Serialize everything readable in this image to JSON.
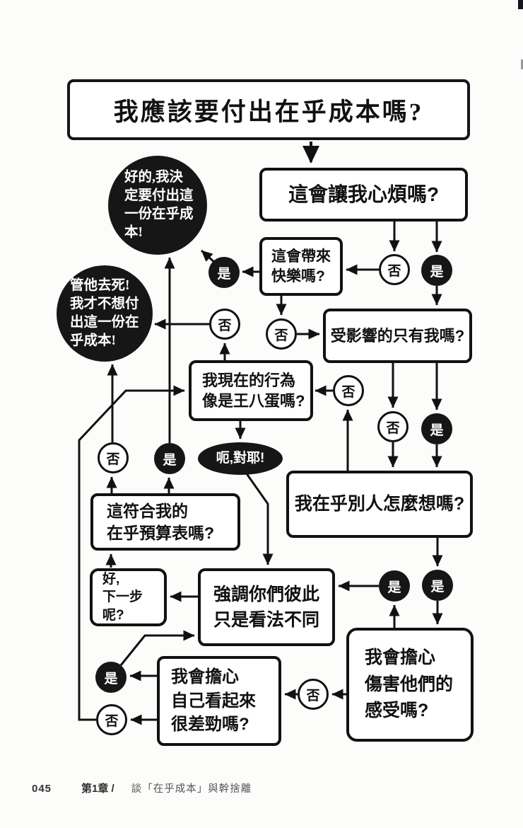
{
  "flowchart": {
    "title": "我應該要付出在乎成本嗎?",
    "nodes": {
      "upset": {
        "lines": [
          "這會讓我心煩嗎?"
        ]
      },
      "happy": {
        "lines": [
          "這會帶來",
          "快樂嗎?"
        ]
      },
      "affected": {
        "lines": [
          "受影響的只有我嗎?"
        ]
      },
      "jerk": {
        "lines": [
          "我現在的行為",
          "像是王八蛋嗎?"
        ]
      },
      "care_think": {
        "lines": [
          "我在乎別人怎麼想嗎?"
        ]
      },
      "budget": {
        "lines": [
          "這符合我的",
          "在乎預算表嗎?"
        ]
      },
      "next_step": {
        "lines": [
          "好,",
          "下一步呢?"
        ]
      },
      "emphasize": {
        "lines": [
          "強調你們彼此",
          "只是看法不同"
        ]
      },
      "hurt": {
        "lines": [
          "我會擔心",
          "傷害他們的",
          "感受嗎?"
        ]
      },
      "look_bad": {
        "lines": [
          "我會擔心",
          "自己看起來",
          "很差勁嗎?"
        ]
      }
    },
    "bubbles": {
      "pay_cost": {
        "lines": [
          "好的,我決",
          "定要付出這",
          "一份在乎成",
          "本!"
        ]
      },
      "to_hell": {
        "lines": [
          "管他去死!",
          "我才不想付",
          "出這一份在",
          "乎成本!"
        ]
      },
      "yeah": {
        "lines": [
          "呃,對耶!"
        ]
      }
    },
    "circles": [
      {
        "id": "upset-no",
        "label": "否",
        "style": "white"
      },
      {
        "id": "upset-yes",
        "label": "是",
        "style": "black"
      },
      {
        "id": "happy-yes",
        "label": "是",
        "style": "black"
      },
      {
        "id": "happy-no",
        "label": "否",
        "style": "white"
      },
      {
        "id": "jerk-no",
        "label": "否",
        "style": "white"
      },
      {
        "id": "care-think-no",
        "label": "否",
        "style": "white"
      },
      {
        "id": "affected-no",
        "label": "否",
        "style": "white"
      },
      {
        "id": "affected-yes",
        "label": "是",
        "style": "black"
      },
      {
        "id": "budget-no",
        "label": "否",
        "style": "white"
      },
      {
        "id": "budget-yes",
        "label": "是",
        "style": "black"
      },
      {
        "id": "hurt-yes",
        "label": "是",
        "style": "black"
      },
      {
        "id": "care-think-yes",
        "label": "是",
        "style": "black"
      },
      {
        "id": "look-bad-yes",
        "label": "是",
        "style": "black"
      },
      {
        "id": "look-bad-no",
        "label": "否",
        "style": "white"
      },
      {
        "id": "hurt-no",
        "label": "否",
        "style": "white"
      }
    ],
    "colors": {
      "ink": "#111111",
      "bubble_fill": "#161616",
      "paper": "#fcfcfb"
    }
  },
  "footer": {
    "page_number": "045",
    "chapter": "第1章 /",
    "section": "談「在乎成本」與幹捨離"
  }
}
